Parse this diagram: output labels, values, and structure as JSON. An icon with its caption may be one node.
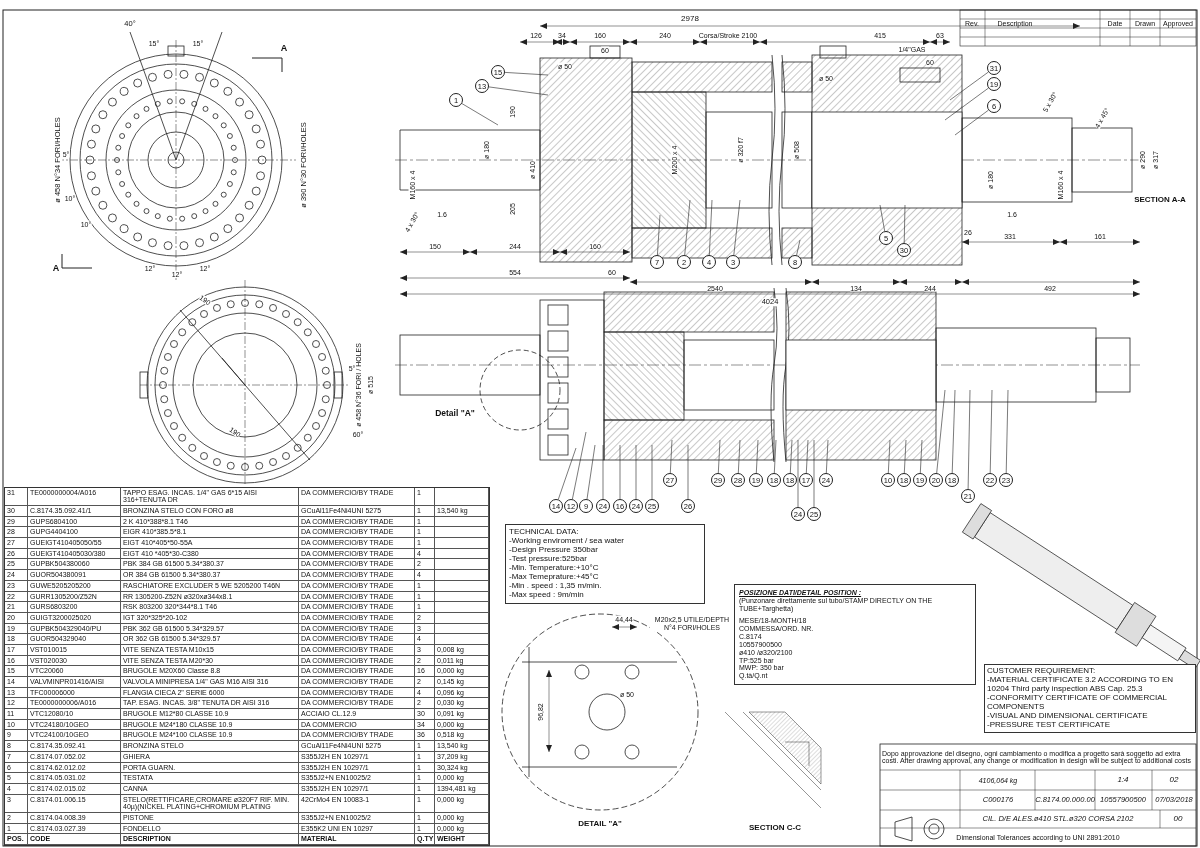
{
  "diagram": {
    "nodes": [
      {
        "text": [
          "1"
        ]
      },
      {
        "text": [
          "15"
        ]
      },
      {
        "text": [
          "13"
        ]
      },
      {
        "text": [
          "31"
        ]
      },
      {
        "text": [
          "19"
        ]
      },
      {
        "text": [
          "6"
        ]
      },
      {
        "text": [
          "7"
        ]
      },
      {
        "text": [
          "2"
        ]
      },
      {
        "text": [
          "4"
        ]
      },
      {
        "text": [
          "3"
        ]
      },
      {
        "text": [
          "8"
        ]
      },
      {
        "text": [
          "5"
        ]
      },
      {
        "text": [
          "30"
        ]
      },
      {
        "text": [
          "27"
        ]
      },
      {
        "text": [
          "29"
        ]
      },
      {
        "text": [
          "28"
        ]
      },
      {
        "text": [
          "19"
        ]
      },
      {
        "text": [
          "18"
        ]
      },
      {
        "text": [
          "18"
        ]
      },
      {
        "text": [
          "17"
        ]
      },
      {
        "text": [
          "24"
        ]
      },
      {
        "text": [
          "10"
        ]
      },
      {
        "text": [
          "18"
        ]
      },
      {
        "text": [
          "19"
        ]
      },
      {
        "text": [
          "20"
        ]
      },
      {
        "text": [
          "18"
        ]
      },
      {
        "text": [
          "22"
        ]
      },
      {
        "text": [
          "23"
        ]
      },
      {
        "text": [
          "21"
        ]
      },
      {
        "text": [
          "14"
        ]
      },
      {
        "text": [
          "12"
        ]
      },
      {
        "text": [
          "9"
        ]
      },
      {
        "text": [
          "24"
        ]
      },
      {
        "text": [
          "16"
        ]
      },
      {
        "text": [
          "24"
        ]
      },
      {
        "text": [
          "25"
        ]
      },
      {
        "text": [
          "26"
        ]
      },
      {
        "text": [
          "24"
        ]
      },
      {
        "text": [
          "25"
        ]
      }
    ],
    "edges": [
      {
        "from": 0,
        "to": null,
        "arrow": "none"
      },
      {
        "from": 1,
        "to": null,
        "arrow": "none"
      },
      {
        "from": 2,
        "to": null,
        "arrow": "none"
      },
      {
        "from": 3,
        "to": null,
        "arrow": "none"
      },
      {
        "from": 4,
        "to": null,
        "arrow": "none"
      },
      {
        "from": 5,
        "to": null,
        "arrow": "none"
      },
      {
        "from": 6,
        "to": null,
        "arrow": "none"
      },
      {
        "from": 7,
        "to": null,
        "arrow": "none"
      },
      {
        "from": 8,
        "to": null,
        "arrow": "none"
      },
      {
        "from": 9,
        "to": null,
        "arrow": "none"
      },
      {
        "from": 10,
        "to": null,
        "arrow": "none"
      },
      {
        "from": 11,
        "to": null,
        "arrow": "none"
      },
      {
        "from": 12,
        "to": null,
        "arrow": "none"
      },
      {
        "from": 13,
        "to": null,
        "arrow": "none"
      },
      {
        "from": 14,
        "to": null,
        "arrow": "none"
      },
      {
        "from": 15,
        "to": null,
        "arrow": "none"
      },
      {
        "from": 16,
        "to": null,
        "arrow": "none"
      },
      {
        "from": 17,
        "to": null,
        "arrow": "none"
      },
      {
        "from": 18,
        "to": null,
        "arrow": "none"
      },
      {
        "from": 19,
        "to": null,
        "arrow": "none"
      },
      {
        "from": 20,
        "to": null,
        "arrow": "none"
      },
      {
        "from": 21,
        "to": null,
        "arrow": "none"
      },
      {
        "from": 22,
        "to": null,
        "arrow": "none"
      },
      {
        "from": 23,
        "to": null,
        "arrow": "none"
      },
      {
        "from": 24,
        "to": null,
        "arrow": "none"
      },
      {
        "from": 25,
        "to": null,
        "arrow": "none"
      },
      {
        "from": 26,
        "to": null,
        "arrow": "none"
      },
      {
        "from": 27,
        "to": null,
        "arrow": "none"
      },
      {
        "from": 28,
        "to": null,
        "arrow": "none"
      },
      {
        "from": 29,
        "to": null,
        "arrow": "none"
      },
      {
        "from": 30,
        "to": null,
        "arrow": "none"
      },
      {
        "from": 31,
        "to": null,
        "arrow": "none"
      },
      {
        "from": 32,
        "to": null,
        "arrow": "none"
      },
      {
        "from": 33,
        "to": null,
        "arrow": "none"
      },
      {
        "from": 34,
        "to": null,
        "arrow": "none"
      },
      {
        "from": 35,
        "to": null,
        "arrow": "none"
      },
      {
        "from": 36,
        "to": null,
        "arrow": "none"
      },
      {
        "from": 37,
        "to": null,
        "arrow": "none"
      },
      {
        "from": 38,
        "to": null,
        "arrow": "none"
      }
    ],
    "labels": [
      "40°",
      "2978",
      "Rev.",
      "Description",
      "Date",
      "Drawn",
      "Approved",
      "15°",
      "15°",
      "A",
      "ø 458 N°34 FORI/HOLES",
      "ø 390 N°30 FORI/HOLES",
      "5°",
      "10°",
      "10°",
      "A",
      "12°",
      "12°",
      "12°",
      "126",
      "34",
      "160",
      "240",
      "Corsa/Stroke 2100",
      "415",
      "63",
      "60",
      "1/4\"GAS",
      "60",
      "ø 50",
      "ø 50",
      "190",
      "M160 x 4",
      "ø 180",
      "ø 410",
      "M200 x 4",
      "ø 320 f7",
      "ø 508",
      "ø 180",
      "ø 290",
      "ø 317",
      "M160 x 4",
      "4 x 30°",
      "4 x 45°",
      "5 x 30°",
      "205",
      "1.6",
      "1.6",
      "26",
      "150",
      "244",
      "160",
      "554",
      "60",
      "2540",
      "134",
      "244",
      "492",
      "4024",
      "331",
      "161",
      "SECTION A-A",
      "190",
      "190",
      "ø 458 N°36 FORI / HOLES",
      "ø 515",
      "5°",
      "60°",
      "Detail \"A\"",
      "44,44",
      "M20x2,5 UTILE/DEPTH N°4 FORI/HOLES",
      "ø 50",
      "96,82",
      "DETAIL \"A\"",
      "SECTION C-C",
      "TECHNICAL DATA:",
      "-Working enviroment / sea water",
      "-Design Pressure  350bar",
      "-Test pressure:525bar",
      "-Min. Temperature:+10°C",
      "-Max Temeprature:+45°C",
      "-Min . speed : 1,35 m/min.",
      "-Max speed : 9m/min",
      "POSIZIONE DATI/DETAIL POSITION :",
      "(Punzonare direttamente sul tubo/STAMP DIRECTLY ON THE TUBE+Targhetta)",
      "MESE/18-MONTH/18",
      "COMMESSA/ORD. NR.",
      "C.8174",
      "10557900500",
      "ø410 /ø320/2100",
      "TP:525 bar",
      "MWP: 350 bar",
      "Q.tà/Q.nt",
      "CUSTOMER REQUIREMENT:",
      "-MATERIAL CERTIFICATE 3.2 ACCORDING TO EN 10204 Third party inspection ABS Cap. 25.3",
      "-CONFORMITY CERTIFICATE  OF COMMERCIAL COMPONENTS",
      "-VISUAL AND DIMENSIONAL CERTIFICATE",
      "-PRESSURE TEST CERTIFICATE",
      "31",
      "TE0000000004/A016",
      "TAPPO ESAG. INCAS. 1/4\" GAS 6*15 AISI 316+TENUTA DR",
      "DA COMMERCIO/BY TRADE",
      "1",
      "30",
      "C.8174.35.092.41/1",
      "BRONZINA STELO CON FORO ø8",
      "GCuAl11Fe4Ni4UNI 5275",
      "1",
      "13,540 kg",
      "29",
      "GUPS6804100",
      "2 K 410*388*8.1 T46",
      "DA COMMERCIO/BY TRADE",
      "1",
      "28",
      "GUPG4404100",
      "EIGR 410*385.5*8.1",
      "DA COMMERCIO/BY TRADE",
      "1",
      "27",
      "GUEIGT410405050/55",
      "EIGT 410*405*50-55A",
      "DA COMMERCIO/BY TRADE",
      "1",
      "26",
      "GUEIGT410405030/380",
      "EIGT 410 *405*30-C380",
      "DA COMMERCIO/BY TRADE",
      "4",
      "25",
      "GUPBK504380060",
      "PBK 384 GB 61500 5.34*380.37",
      "DA COMMERCIO/BY TRADE",
      "2",
      "24",
      "GUOR504380091",
      "OR 384 GB 61500 5.34*380.37",
      "DA COMMERCIO/BY TRADE",
      "4",
      "23",
      "GUWE5205205200",
      "RASCHIATORE EXCLUDER 5 WE 5205200 T46N",
      "DA COMMERCIO/BY TRADE",
      "1",
      "22",
      "GURR1305200/Z52N",
      "RR 1305200-Z52N ø320xø344x8.1",
      "DA COMMERCIO/BY TRADE",
      "1",
      "21",
      "GURS6803200",
      "RSK 803200 320*344*8.1 T46",
      "DA COMMERCIO/BY TRADE",
      "1",
      "20",
      "GUIGT3200025020",
      "IGT 320*325*20-102",
      "DA COMMERCIO/BY TRADE",
      "2",
      "19",
      "GUPBK504329040/PU",
      "PBK 362 GB 61500 5.34*329.57",
      "DA COMMERCIO/BY TRADE",
      "3",
      "18",
      "GUOR504329040",
      "OR 362 GB 61500 5.34*329.57",
      "DA COMMERCIO/BY TRADE",
      "4",
      "17",
      "VST010015",
      "VITE SENZA TESTA M10x15",
      "DA COMMERCIO/BY TRADE",
      "3",
      "0,008 kg",
      "16",
      "VST020030",
      "VITE SENZA TESTA M20*30",
      "DA COMMERCIO/BY TRADE",
      "2",
      "0,011 kg",
      "15",
      "VTC20060",
      "BRUGOLE M20X60 Classe 8.8",
      "DA COMMERCIO/BY TRADE",
      "16",
      "0,000 kg",
      "14",
      "VALVMINPR01416/AISI",
      "VALVOLA MINIPRESA 1/4\" GAS M16 AISI 316",
      "DA COMMERCIO/BY TRADE",
      "2",
      "0,145 kg",
      "13",
      "TFC00006000",
      "FLANGIA CIECA 2\" SERIE 6000",
      "DA COMMERCIO/BY TRADE",
      "4",
      "0,096 kg",
      "12",
      "TE0000000006/A016",
      "TAP. ESAG. INCAS. 3/8\" TENUTA DR AISI 316",
      "DA COMMERCIO/BY TRADE",
      "2",
      "0,030 kg",
      "11",
      "VTC12080/10",
      "BRUGOLE M12*80 CLASSE 10.9",
      "ACCIAIO CL.12.9",
      "30",
      "0,091 kg",
      "10",
      "VTC24180/10GEO",
      "BRUGOLE M24*180 CLASSE 10.9",
      "DA COMMERCIO",
      "34",
      "0,000 kg",
      "9",
      "VTC24100/10GEO",
      "BRUGOLE M24*100 CLASSE 10.9",
      "DA COMMERCIO/BY TRADE",
      "36",
      "0,518 kg",
      "8",
      "C.8174.35.092.41",
      "BRONZINA STELO",
      "GCuAl11Fe4Ni4UNI 5275",
      "1",
      "13,540 kg",
      "7",
      "C.8174.07.052.02",
      "GHIERA",
      "S355J2H EN 10297/1",
      "1",
      "37,209 kg",
      "6",
      "C.8174.62.012.02",
      "PORTA GUARN.",
      "S355J2H EN 10297/1",
      "1",
      "30,324 kg",
      "5",
      "C.8174.05.031.02",
      "TESTATA",
      "S355J2+N EN10025/2",
      "1",
      "0,000 kg",
      "4",
      "C.8174.02.015.02",
      "CANNA",
      "S355J2H EN 10297/1",
      "1",
      "1394,481 kg",
      "3",
      "C.8174.01.006.15",
      "STELO(RETTIFICARE,CROMARE ø320F7 RIF. MIN. 40µ)(NICKEL PLATING+CHROMIUM PLATING",
      "42CrMo4 EN 10083-1",
      "1",
      "0,000 kg",
      "2",
      "C.8174.04.008.39",
      "PISTONE",
      "S355J2+N EN10025/2",
      "1",
      "0,000 kg",
      "1",
      "C.8174.03.027.39",
      "FONDELLO",
      "E355K2 UNI EN 10297",
      "1",
      "0,000 kg",
      "POS.",
      "CODE",
      "DESCRIPTION",
      "MATERIAL",
      "Q.TY",
      "WEIGHT",
      "Dopo approvazione del disegno, ogni cambiamento o modifica a progetto sarà soggetto ad extra costi. After drawing approval, any change or modification in design will be subject to additional costs",
      "4106,064 kg",
      "1:4",
      "02",
      "C000176",
      "C.8174.00.000.00",
      "10557900500",
      "07/03/2018",
      "CIL. D/E ALES.ø410 STL.ø320 CORSA 2102",
      "00",
      "Dimensional Tolerances according to UNI 2891:2010"
    ]
  }
}
